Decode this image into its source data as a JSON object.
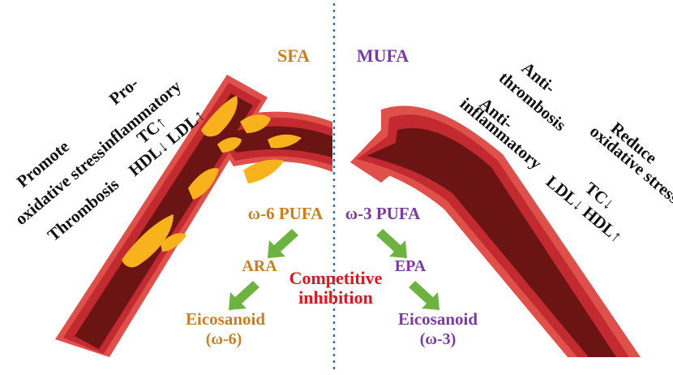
{
  "colors": {
    "sfa": "#c97f1d",
    "mufa": "#7a3aa5",
    "inhibition": "#e0141c",
    "text": "#111111",
    "arrow": "#6db33f",
    "divider": "#2f6fb0",
    "vessel_outer": "#e0504a",
    "vessel_wall": "#c32a2f",
    "vessel_lumen": "#6b1414",
    "plaque": "#f7b21c"
  },
  "left": {
    "header": "SFA",
    "effects": {
      "promote": "Promote",
      "oxidative_stress": "oxidative stress",
      "thrombosis": "Thrombosis",
      "pro": "Pro-",
      "inflammatory": "inflammatory",
      "tc": "TC↑",
      "hdl_ldl": "HDL↓ LDL↑"
    },
    "pathway": {
      "pufa": "ω-6 PUFA",
      "intermediate": "ARA",
      "product": "Eicosanoid",
      "product_type": "(ω-6)"
    }
  },
  "right": {
    "header": "MUFA",
    "effects": {
      "anti_thrombosis_1": "Anti-",
      "anti_thrombosis_2": "thrombosis",
      "anti_inflammatory_1": "Anti-",
      "anti_inflammatory_2": "inflammatory",
      "reduce": "Reduce",
      "oxidative_stress": "oxidative stress",
      "tc": "TC↓",
      "ldl_hdl": "LDL↓ HDL↑"
    },
    "pathway": {
      "pufa": "ω-3 PUFA",
      "intermediate": "EPA",
      "product": "Eicosanoid",
      "product_type": "(ω-3)"
    }
  },
  "center": {
    "inhibition_1": "Competitive",
    "inhibition_2": "inhibition"
  }
}
